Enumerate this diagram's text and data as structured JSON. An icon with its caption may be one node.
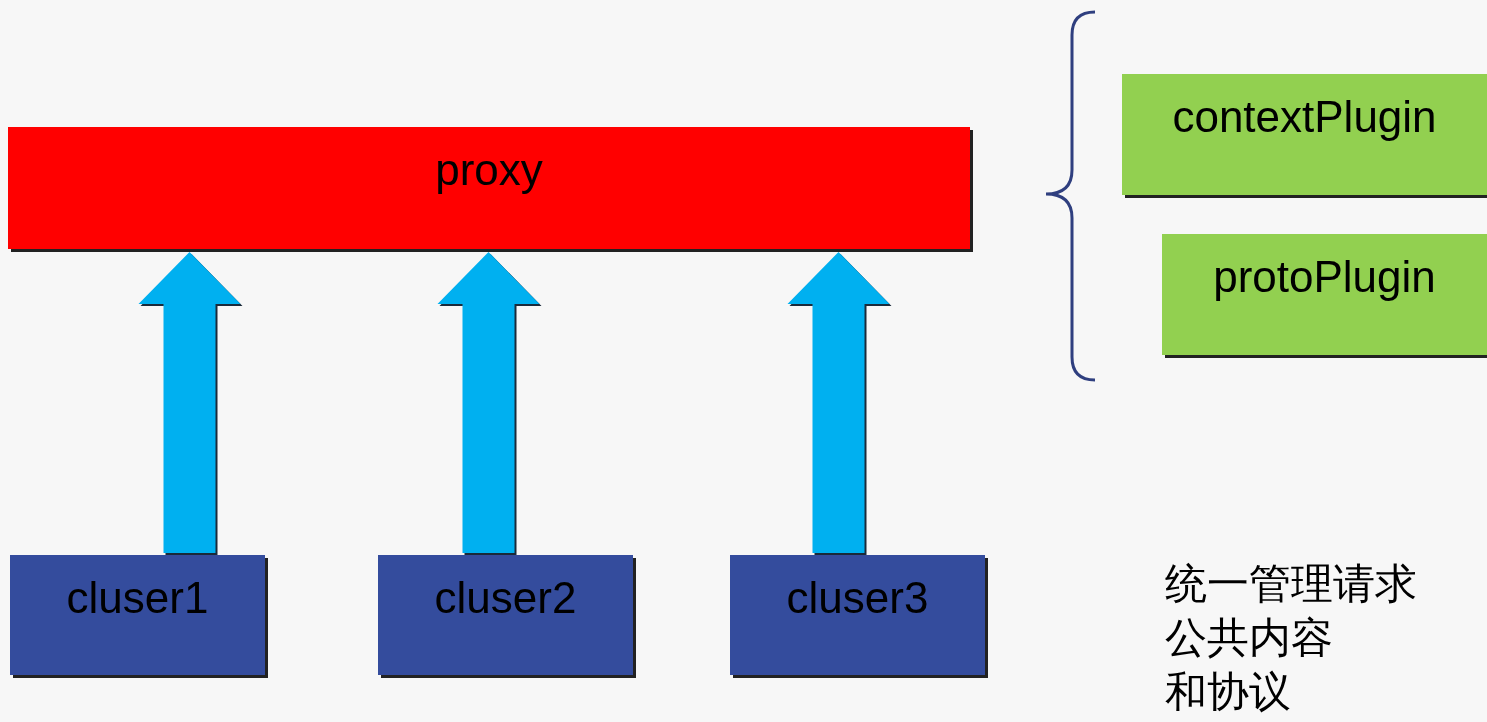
{
  "diagram": {
    "nodes": [
      {
        "text": [
          "proxy"
        ]
      },
      {
        "text": [
          "cluser1"
        ]
      },
      {
        "text": [
          "cluser2"
        ]
      },
      {
        "text": [
          "cluser3"
        ]
      },
      {
        "text": [
          "contextPlugin"
        ]
      },
      {
        "text": [
          "protoPlugin"
        ]
      }
    ],
    "edges": [
      {
        "from": 1,
        "to": 0,
        "arrow": "to"
      },
      {
        "from": 2,
        "to": 0,
        "arrow": "to"
      },
      {
        "from": 3,
        "to": 0,
        "arrow": "to"
      }
    ],
    "labels": [
      "统一管理请求",
      "公共内容",
      "和协议"
    ]
  }
}
